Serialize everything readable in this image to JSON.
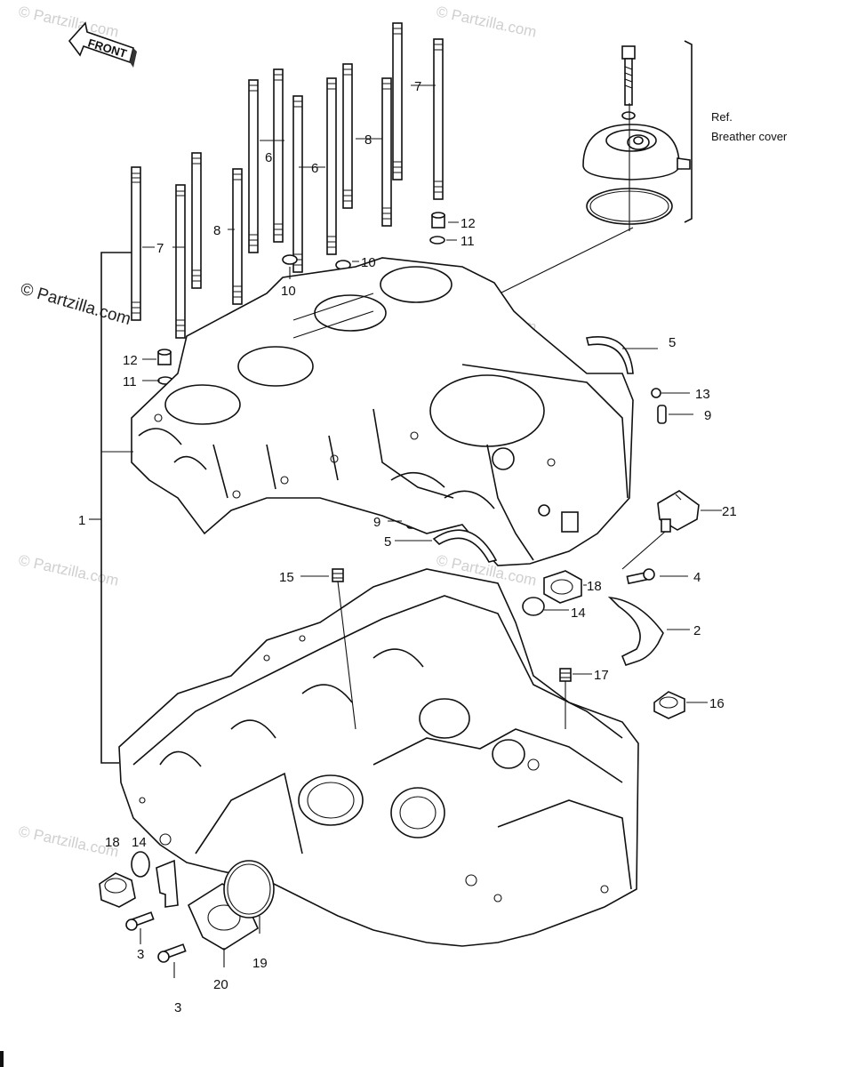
{
  "front_arrow": {
    "text": "FRONT"
  },
  "reference": {
    "line1": "Ref.",
    "line2": "Breather cover"
  },
  "watermarks": {
    "main": "© Partzilla.com",
    "faint": "© Partzilla.com"
  },
  "callouts": {
    "c1": "1",
    "c2": "2",
    "c3a": "3",
    "c3b": "3",
    "c4": "4",
    "c5a": "5",
    "c5b": "5",
    "c6a": "6",
    "c6b": "6",
    "c7a": "7",
    "c7b": "7",
    "c8a": "8",
    "c8b": "8",
    "c9a": "9",
    "c9b": "9",
    "c10a": "10",
    "c10b": "10",
    "c11a": "11",
    "c11b": "11",
    "c12a": "12",
    "c12b": "12",
    "c13": "13",
    "c14a": "14",
    "c14b": "14",
    "c15": "15",
    "c16": "16",
    "c17": "17",
    "c18a": "18",
    "c18b": "18",
    "c19": "19",
    "c20": "20",
    "c21": "21"
  },
  "colors": {
    "ink": "#111111",
    "watermark": "#cfcfcf",
    "background": "#ffffff"
  }
}
